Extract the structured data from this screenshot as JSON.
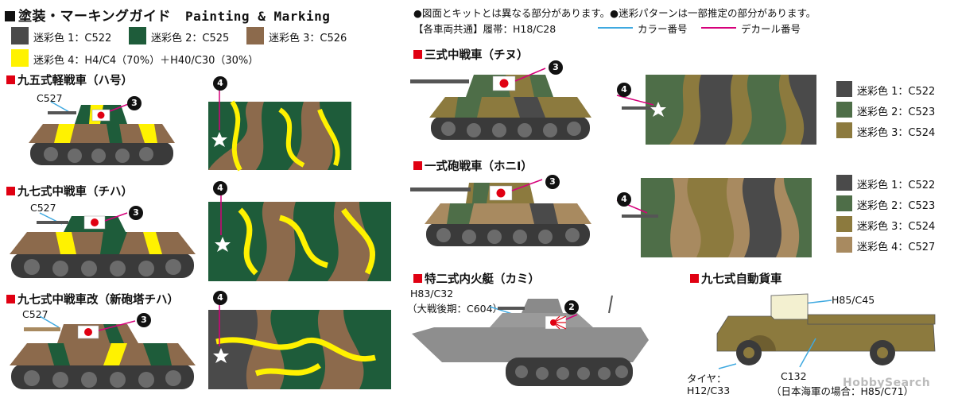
{
  "header": {
    "title_jp": "塗装・マーキングガイド",
    "title_en": "Painting & Marking",
    "note1": "●図面とキットとは異なる部分があります。●迷彩パターンは一部推定の部分があります。",
    "common": "【各車両共通】履帯：H18/C28",
    "legend_color": "カラー番号",
    "legend_decal": "デカール番号"
  },
  "colors": {
    "c522": "#4a4a4a",
    "c525": "#1e5c3a",
    "c526": "#8c6a4c",
    "yellow": "#fff200",
    "c523": "#4e6e48",
    "c524": "#8c7a3e",
    "c527": "#a88a60",
    "legend_blue": "#3fa9e0",
    "legend_magenta": "#d6007a",
    "red": "#e00012"
  },
  "swatches": [
    {
      "label": "迷彩色 1：C522",
      "color_key": "c522"
    },
    {
      "label": "迷彩色 2：C525",
      "color_key": "c525"
    },
    {
      "label": "迷彩色 3：C526",
      "color_key": "c526"
    },
    {
      "label": "迷彩色 4：H4/C4（70%）＋H40/C30（30%）",
      "color_key": "yellow"
    }
  ],
  "vehicles": {
    "ha_go": {
      "title": "九五式軽戦車（ハ号）",
      "color": "C527",
      "decal_side": "3",
      "decal_top": "4"
    },
    "chi_ha": {
      "title": "九七式中戦車（チハ）",
      "color": "C527",
      "decal_side": "3",
      "decal_top": "4"
    },
    "shinhoto": {
      "title": "九七式中戦車改（新砲塔チハ）",
      "color": "C527",
      "decal_side": "3",
      "decal_top": "4"
    },
    "chi_nu": {
      "title": "三式中戦車（チヌ）",
      "decal_side": "3",
      "decal_top": "4"
    },
    "ho_ni": {
      "title": "一式砲戦車（ホニI）",
      "decal_side": "3",
      "decal_top": "4"
    },
    "ka_mi": {
      "title": "特二式内火艇（カミ）",
      "color1": "H83/C32",
      "color2": "（大戦後期：C604）",
      "decal": "2"
    },
    "truck": {
      "title": "九七式自動貨車",
      "cab_color": "H85/C45",
      "tire_label": "タイヤ：",
      "tire_color": "H12/C33",
      "body_color": "C132",
      "body_note": "（日本海軍の場合：H85/C71）"
    }
  },
  "chi_nu_swatches": [
    {
      "label": "迷彩色 1：C522",
      "color_key": "c522"
    },
    {
      "label": "迷彩色 2：C523",
      "color_key": "c523"
    },
    {
      "label": "迷彩色 3：C524",
      "color_key": "c524"
    }
  ],
  "ho_ni_swatches": [
    {
      "label": "迷彩色 1：C522",
      "color_key": "c522"
    },
    {
      "label": "迷彩色 2：C523",
      "color_key": "c523"
    },
    {
      "label": "迷彩色 3：C524",
      "color_key": "c524"
    },
    {
      "label": "迷彩色 4：C527",
      "color_key": "c527"
    }
  ],
  "watermark": "HobbySearch"
}
